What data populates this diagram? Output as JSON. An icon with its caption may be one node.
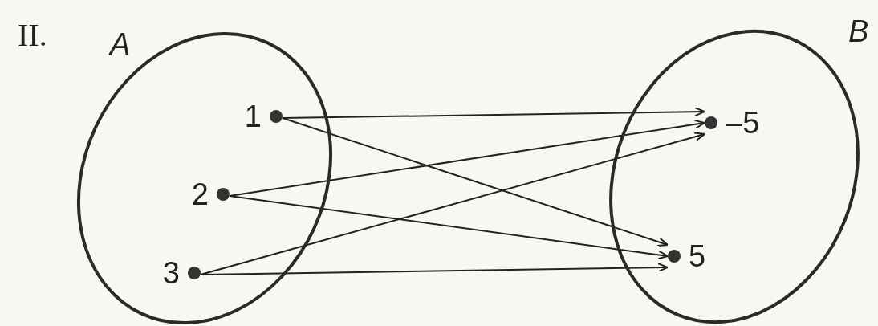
{
  "diagram": {
    "nodes": [
      {
        "text": [
          "A"
        ]
      },
      {
        "text": [
          "1"
        ],
        "in": 0
      },
      {
        "text": [
          "2"
        ],
        "in": 0
      },
      {
        "text": [
          "3"
        ],
        "in": 0
      },
      {
        "text": [
          "B"
        ]
      },
      {
        "text": [
          "–5"
        ],
        "in": 4
      },
      {
        "text": [
          "5"
        ],
        "in": 4
      }
    ],
    "edges": [
      {
        "from": 1,
        "to": 5,
        "arrow": "to"
      },
      {
        "from": 1,
        "to": 6,
        "arrow": "to"
      },
      {
        "from": 2,
        "to": 5,
        "arrow": "to"
      },
      {
        "from": 2,
        "to": 6,
        "arrow": "to"
      },
      {
        "from": 3,
        "to": 5,
        "arrow": "to"
      },
      {
        "from": 3,
        "to": 6,
        "arrow": "to"
      }
    ],
    "labels": [
      "II."
    ]
  }
}
